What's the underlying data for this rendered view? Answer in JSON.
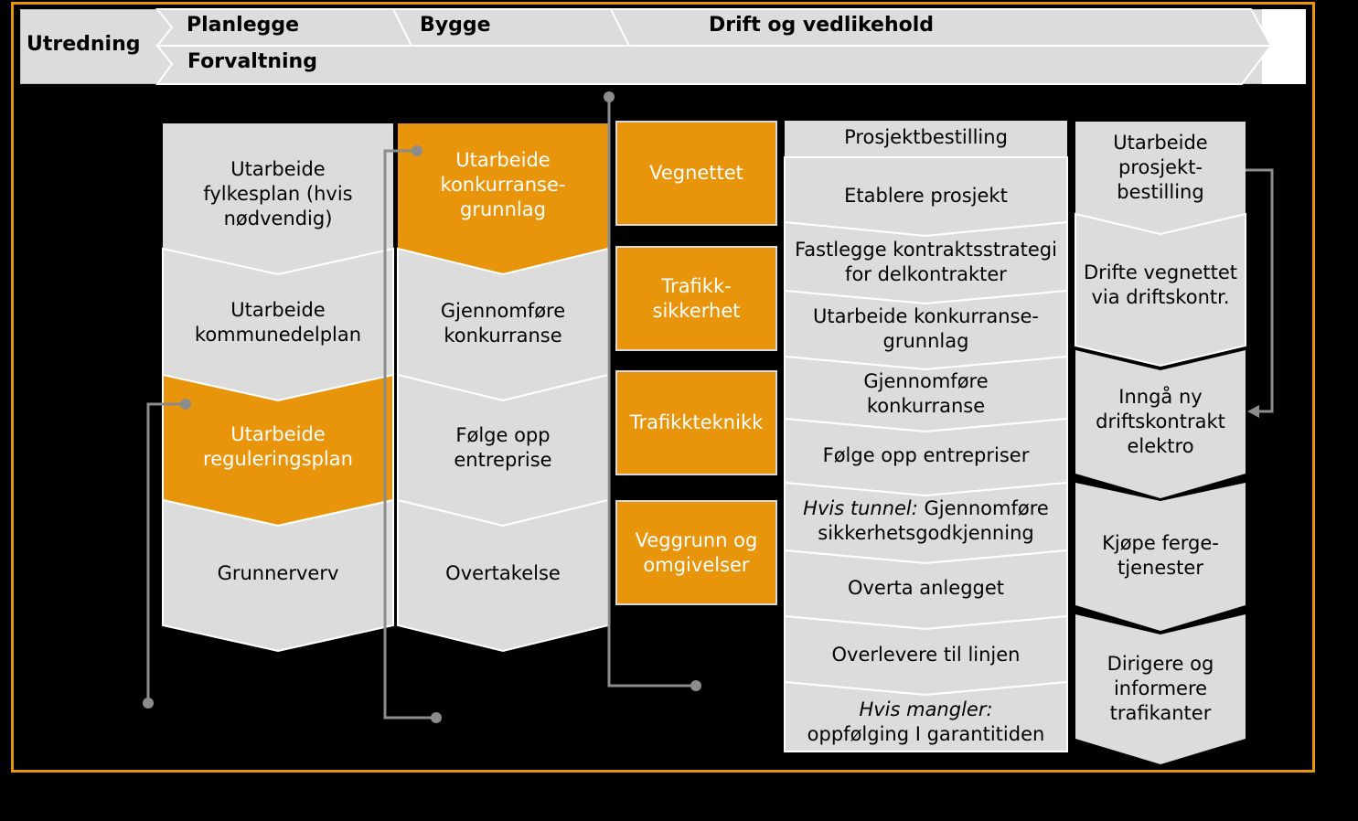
{
  "colors": {
    "orange": "#e8950c",
    "light_gray": "#dcdcdc",
    "background": "#000000"
  },
  "phases": {
    "utredning": "Utredning",
    "planlegge": "Planlegge",
    "bygge": "Bygge",
    "drift": "Drift og vedlikehold",
    "forvaltning": "Forvaltning"
  },
  "column1": [
    "Utarbeide fylkesplan (hvis nødvendig)",
    "Utarbeide kommunedelplan",
    "Utarbeide reguleringsplan",
    "Grunnerverv"
  ],
  "column2": [
    "Utarbeide konkurranse-grunnlag",
    "Gjennomføre konkurranse",
    "Følge opp entreprise",
    "Overtakelse"
  ],
  "column3": [
    "Vegnettet",
    "Trafikk-sikkerhet",
    "Trafikkteknikk",
    "Veggrunn og omgivelser"
  ],
  "column4": {
    "items": [
      "Prosjektbestilling",
      "Etablere prosjekt",
      "Fastlegge kontraktsstrategi for delkontrakter",
      "Utarbeide konkurranse-grunnlag",
      "Gjennomføre konkurranse",
      "Følge opp entrepriser"
    ],
    "tunnel_prefix": "Hvis tunnel:",
    "tunnel_text": " Gjennomføre sikkerhetsgodkjenning",
    "overta": "Overta anlegget",
    "overlevere": "Overlevere til linjen",
    "mangler_prefix": "Hvis mangler:",
    "mangler_text": "oppfølging I garantitiden"
  },
  "column5": [
    "Utarbeide prosjekt-bestilling",
    "Drifte vegnettet via driftskontr.",
    "Inngå ny driftskontrakt elektro",
    "Kjøpe ferge-tjenester",
    "Dirigere og informere trafikanter"
  ]
}
